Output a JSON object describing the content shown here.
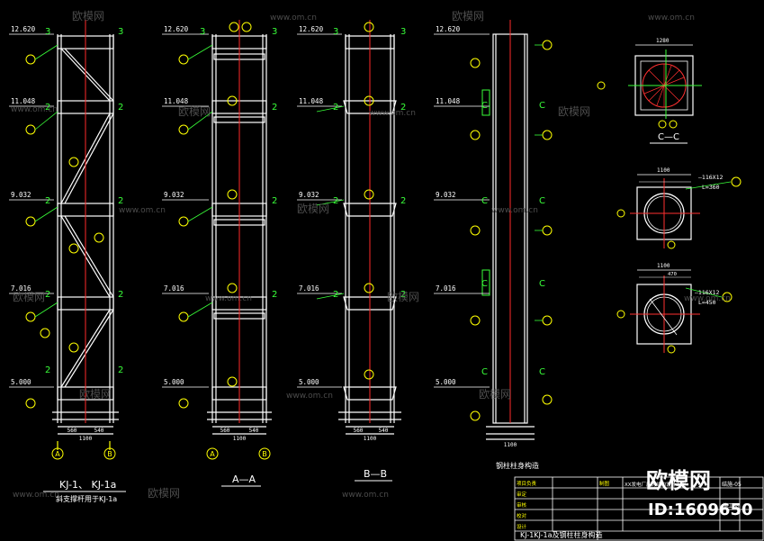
{
  "watermark": {
    "brand": "欧模网",
    "url": "www.om.cn",
    "id": "ID:1609650"
  },
  "elevations": [
    "12.620",
    "11.048",
    "9.032",
    "7.016",
    "5.000"
  ],
  "section_marks": {
    "top": "3",
    "mid": "2"
  },
  "grid_axes": {
    "left": "A",
    "right": "B"
  },
  "sheet_titles": {
    "frame": "KJ-1、 KJ-1a",
    "frame_note": "斜支撑杆用于KJ-1a",
    "section_a": "A—A",
    "section_b": "B—B",
    "column_body": "钢柱柱身构造",
    "section_c": "C—C"
  },
  "section_c_label": "C",
  "plate_labels": {
    "plate1": "—116X12",
    "plate1_len": "L=360",
    "plate2": "—116X12",
    "plate2_len": "L=450"
  },
  "dimensions": {
    "base_width": "1100",
    "cc_width": "1280",
    "sec_width": "1100",
    "half_a": "560",
    "half_b": "540",
    "sub": "470"
  },
  "title_block": {
    "drawing_title": "KJ-1KJ-1a及钢柱柱身构造",
    "project": "XX发电厂厂房结构设计工程",
    "sheet_no": "结施-05",
    "stage": "施工图",
    "rows": [
      "项目负责",
      "审定",
      "审核",
      "校对",
      "设计",
      "制图"
    ]
  }
}
